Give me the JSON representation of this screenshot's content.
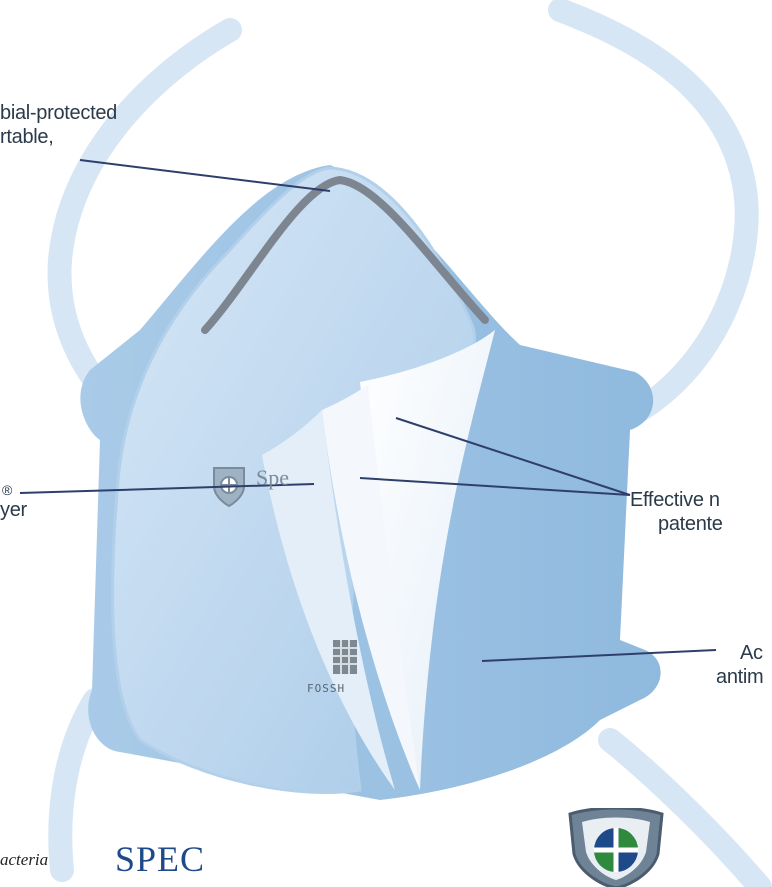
{
  "callouts": {
    "nose": {
      "line1": "bial-protected",
      "line2": "rtable,"
    },
    "left": {
      "line1": "®",
      "line2": "yer"
    },
    "right": {
      "line1": "Effective n",
      "line2": "patente"
    },
    "lower": {
      "line1": "Ac",
      "line2": "antim"
    }
  },
  "footnote": "acteria",
  "brand": {
    "name": "SPEC"
  },
  "mask": {
    "logo_text": "Spe",
    "stamp": "FOSSH"
  },
  "colors": {
    "strap": "#d8e6f4",
    "mask_light": "#c7dcf0",
    "mask_dark": "#9cc2e2",
    "nose_wire": "#7d8590",
    "callout_line": "#2f3f6b",
    "brand_blue": "#1f4a8a",
    "brand_green": "#2f8a3d"
  },
  "icons": [
    "shield-logo-icon"
  ]
}
